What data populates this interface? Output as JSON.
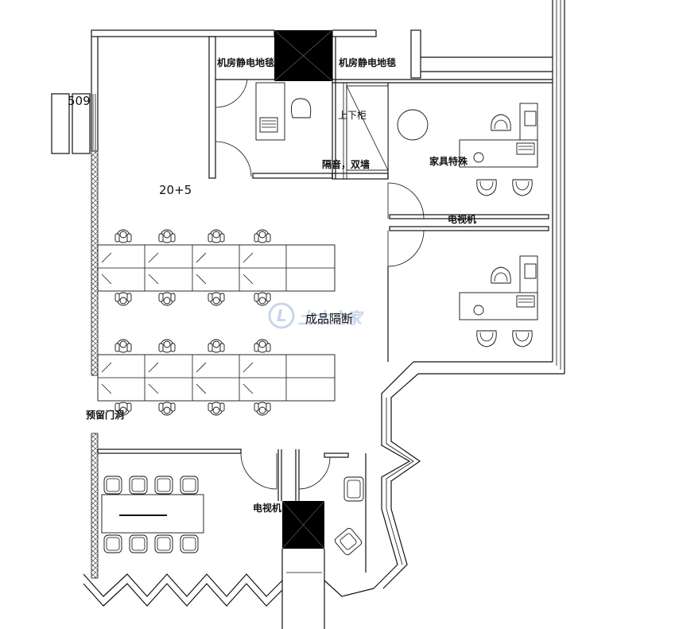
{
  "title": "Office floor plan",
  "labels": {
    "room_number": "509",
    "workstations": "20+5",
    "server_carpet_left": "机房静电地毯",
    "server_carpet_right": "机房静电地毯",
    "upper_lower_cabinet": "上下柜",
    "soundproof_double_wall": "隔音，双墙",
    "special_furniture": "家具特殊",
    "tv_upper": "电视机",
    "tv_lower": "电视机",
    "finished_partition": "成品隔断",
    "reserved_door_opening": "预留门洞",
    "watermark_text": "土木之家"
  },
  "colors": {
    "line": "#111111",
    "fill_dark": "#000000",
    "hatch": "#333333",
    "watermark": "#c9d6ea"
  }
}
